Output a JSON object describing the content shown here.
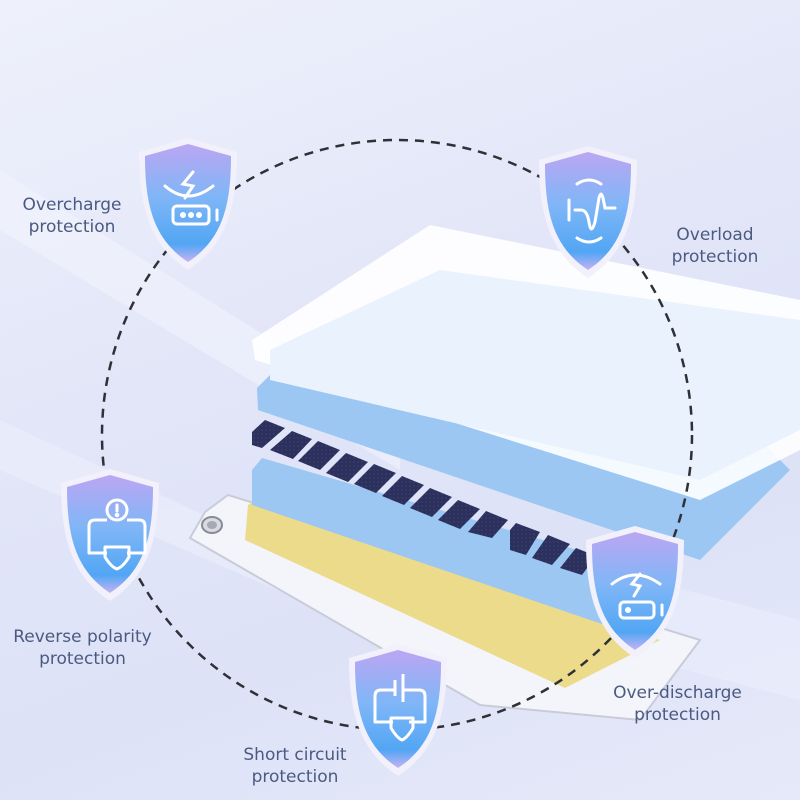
{
  "features": [
    {
      "id": "overcharge",
      "line1": "Overcharge",
      "line2": "protection",
      "icon": "overcharge-battery-icon"
    },
    {
      "id": "overload",
      "line1": "Overload",
      "line2": "protection",
      "icon": "overload-wave-icon"
    },
    {
      "id": "reverse-polarity",
      "line1": "Reverse polarity",
      "line2": "protection",
      "icon": "reverse-polarity-icon"
    },
    {
      "id": "over-discharge",
      "line1": "Over-discharge",
      "line2": "protection",
      "icon": "over-discharge-battery-icon"
    },
    {
      "id": "short-circuit",
      "line1": "Short circuit",
      "line2": "protection",
      "icon": "short-circuit-icon"
    }
  ],
  "colors": {
    "background": "#e3e6f8",
    "shield_top": "#b9a8f3",
    "shield_bottom": "#5aaaf5",
    "label_text": "#4a5a80",
    "layer_blue": "#9cc8f3",
    "layer_yellow": "#ecdc8a",
    "cells": "#2e3260"
  }
}
